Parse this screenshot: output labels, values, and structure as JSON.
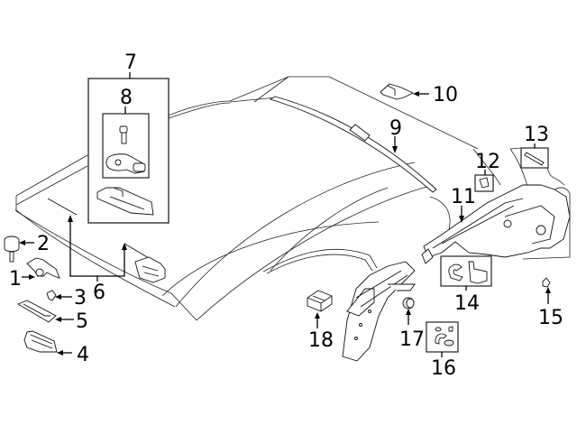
{
  "diagram": {
    "type": "exploded-parts-diagram",
    "subject": "convertible top assembly",
    "callouts": [
      {
        "id": "1",
        "label": "1"
      },
      {
        "id": "2",
        "label": "2"
      },
      {
        "id": "3",
        "label": "3"
      },
      {
        "id": "4",
        "label": "4"
      },
      {
        "id": "5",
        "label": "5"
      },
      {
        "id": "6",
        "label": "6"
      },
      {
        "id": "7",
        "label": "7"
      },
      {
        "id": "8",
        "label": "8"
      },
      {
        "id": "9",
        "label": "9"
      },
      {
        "id": "10",
        "label": "10"
      },
      {
        "id": "11",
        "label": "11"
      },
      {
        "id": "12",
        "label": "12"
      },
      {
        "id": "13",
        "label": "13"
      },
      {
        "id": "14",
        "label": "14"
      },
      {
        "id": "15",
        "label": "15"
      },
      {
        "id": "16",
        "label": "16"
      },
      {
        "id": "17",
        "label": "17"
      },
      {
        "id": "18",
        "label": "18"
      }
    ],
    "colors": {
      "line": "#000000",
      "background": "#ffffff"
    }
  }
}
